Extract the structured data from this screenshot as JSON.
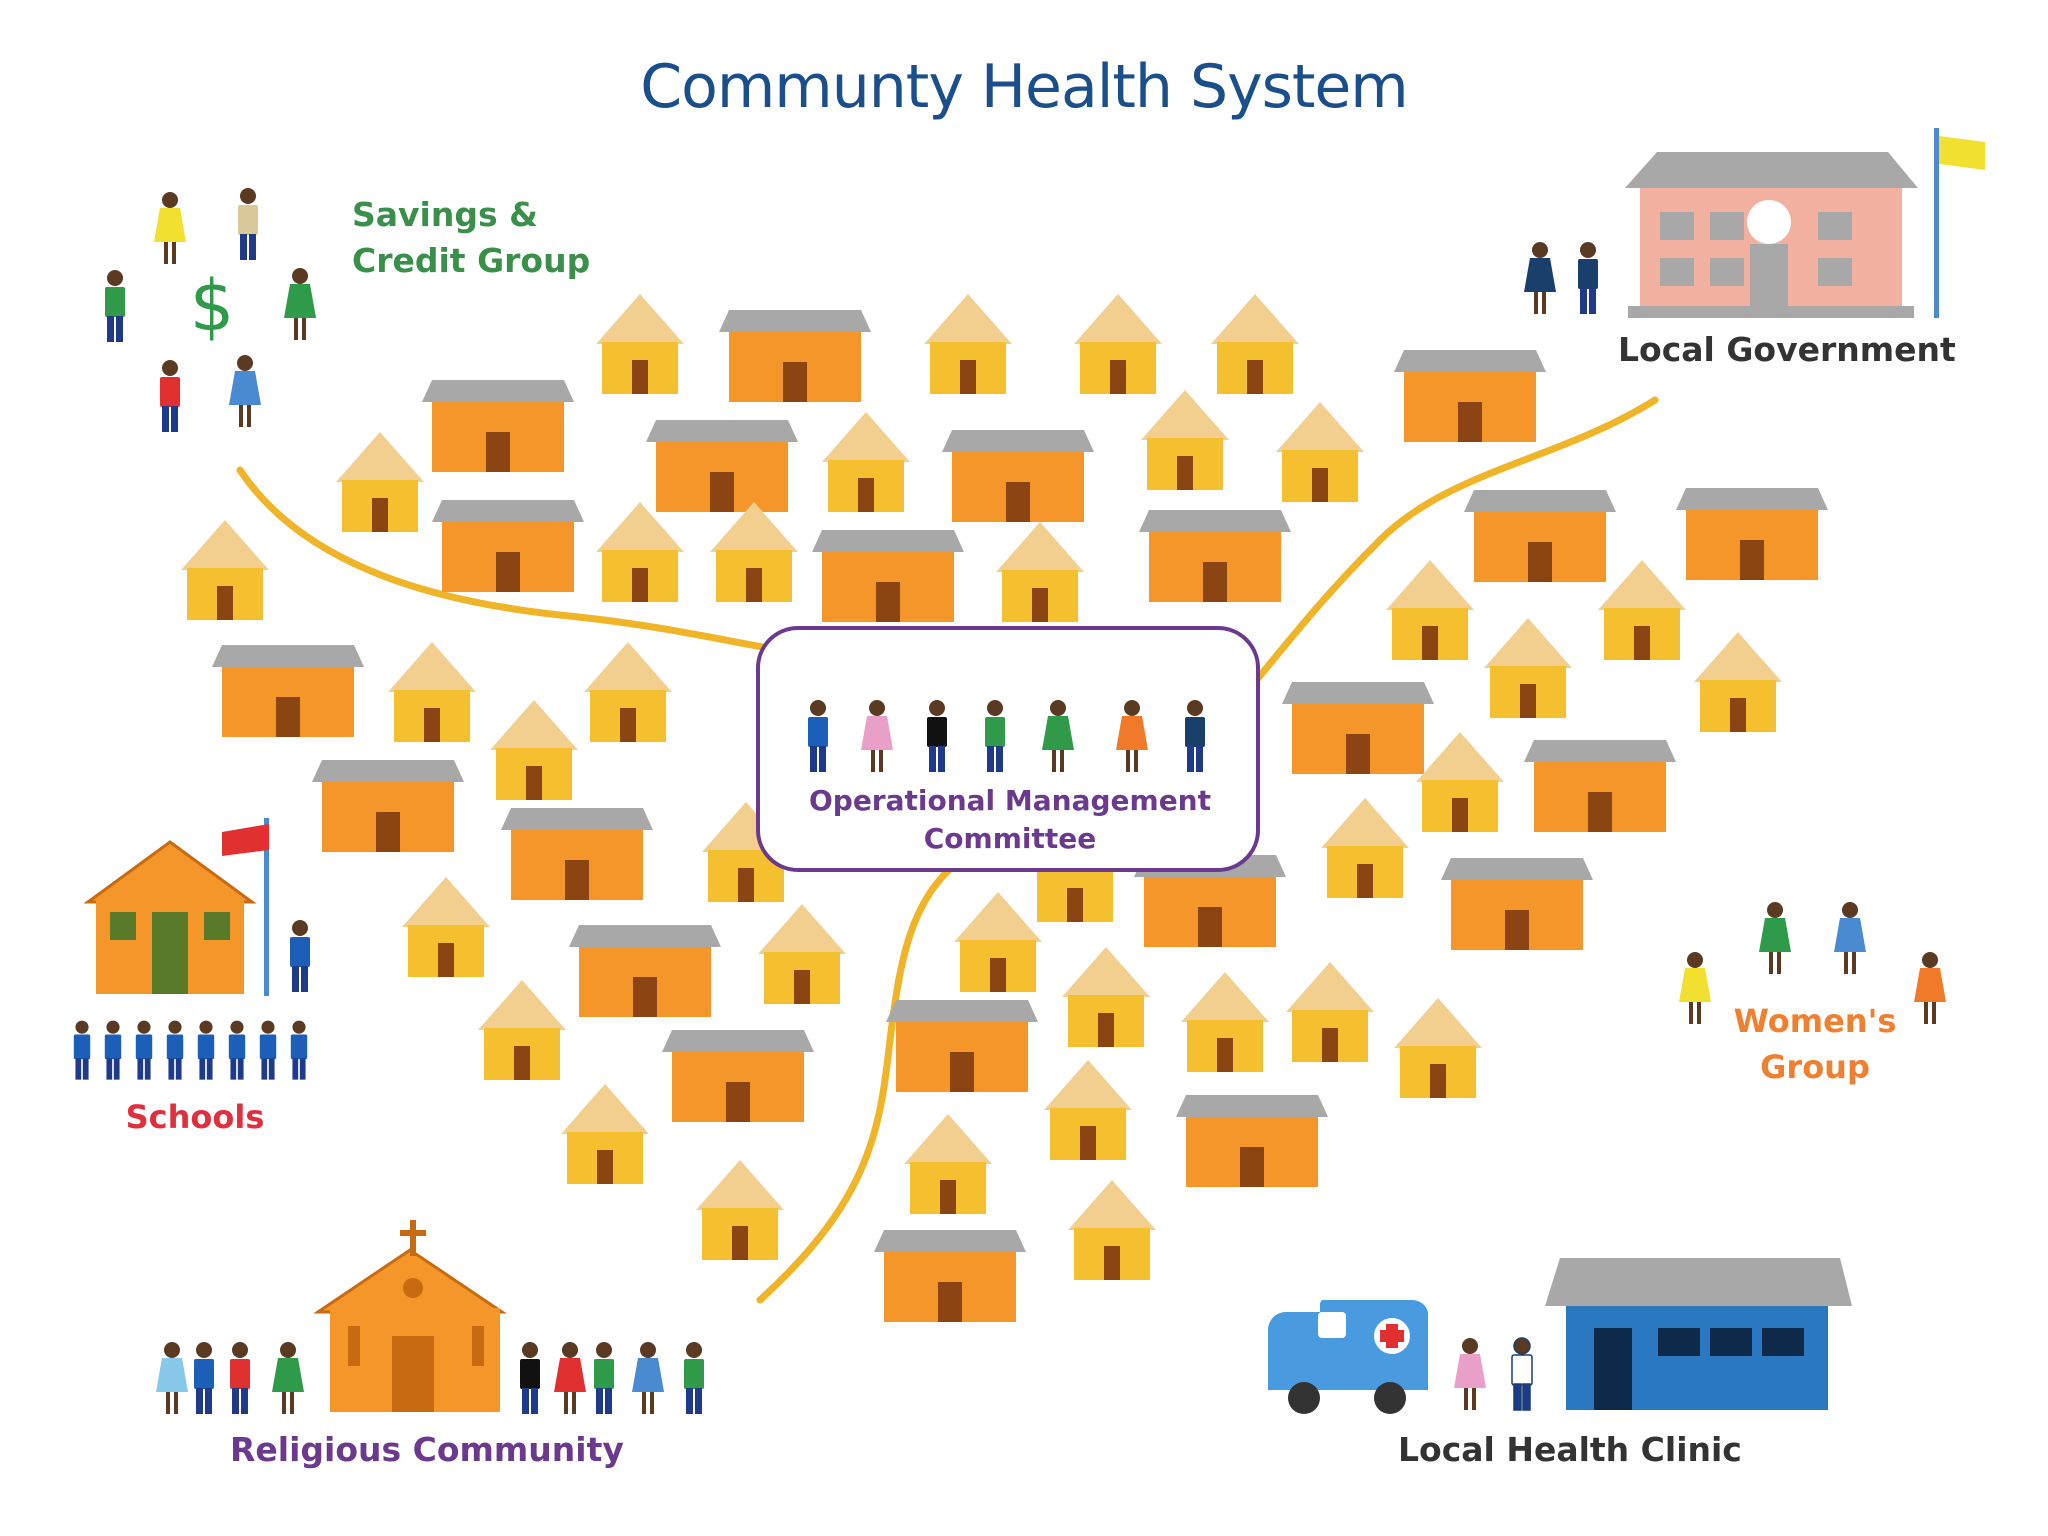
{
  "title": "Communty Health System",
  "groups": {
    "savings": {
      "line1": "Savings &",
      "line2": "Credit Group"
    },
    "local_government": "Local Government",
    "operational_committee": {
      "line1": "Operational Management",
      "line2": "Committee"
    },
    "womens_group": {
      "line1": "Women's",
      "line2": "Group"
    },
    "schools": "Schools",
    "religious_community": "Religious Community",
    "local_health_clinic": "Local Health Clinic"
  },
  "colors": {
    "title": "#1a4f8c",
    "road": "#f0b429",
    "hut_body": "#f5c030",
    "hut_roof": "#f2cf8e",
    "house_body": "#f5962a",
    "house_roof": "#a0a0a0",
    "door": "#8b4513",
    "committee_border": "#6b3a8e"
  },
  "icons": [
    "dollar-icon",
    "flag-icon",
    "cross-icon",
    "red-cross-icon",
    "ambulance-icon"
  ]
}
